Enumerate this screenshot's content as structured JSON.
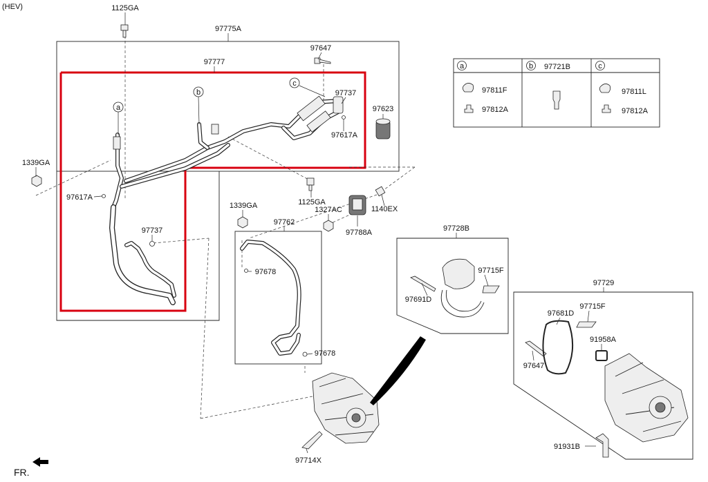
{
  "variant": "(HEV)",
  "fr_label": "FR.",
  "legend": {
    "a": {
      "letter": "a",
      "items": [
        "97811F",
        "97812A"
      ]
    },
    "b": {
      "letter": "b",
      "items": [
        "97721B"
      ]
    },
    "c": {
      "letter": "c",
      "items": [
        "97811L",
        "97812A"
      ]
    }
  },
  "callouts": [
    "a",
    "b",
    "c"
  ],
  "parts": {
    "p1125GA_top": "1125GA",
    "p97775A": "97775A",
    "p97777": "97777",
    "p97647_top": "97647",
    "p97737_top": "97737",
    "p97623": "97623",
    "p97617A_right": "97617A",
    "p1339GA_left": "1339GA",
    "p97617A_left": "97617A",
    "p97737_left": "97737",
    "p1125GA_mid": "1125GA",
    "p1339GA_mid": "1339GA",
    "p1327AC": "1327AC",
    "p1140EX": "1140EX",
    "p97788A": "97788A",
    "p97762": "97762",
    "p97678_a": "97678",
    "p97678_b": "97678",
    "p97728B": "97728B",
    "p97715F_a": "97715F",
    "p97691D": "97691D",
    "p97729": "97729",
    "p97681D": "97681D",
    "p97715F_b": "97715F",
    "p91958A": "91958A",
    "p97647_bot": "97647",
    "p97714X": "97714X",
    "p91931B": "91931B"
  }
}
